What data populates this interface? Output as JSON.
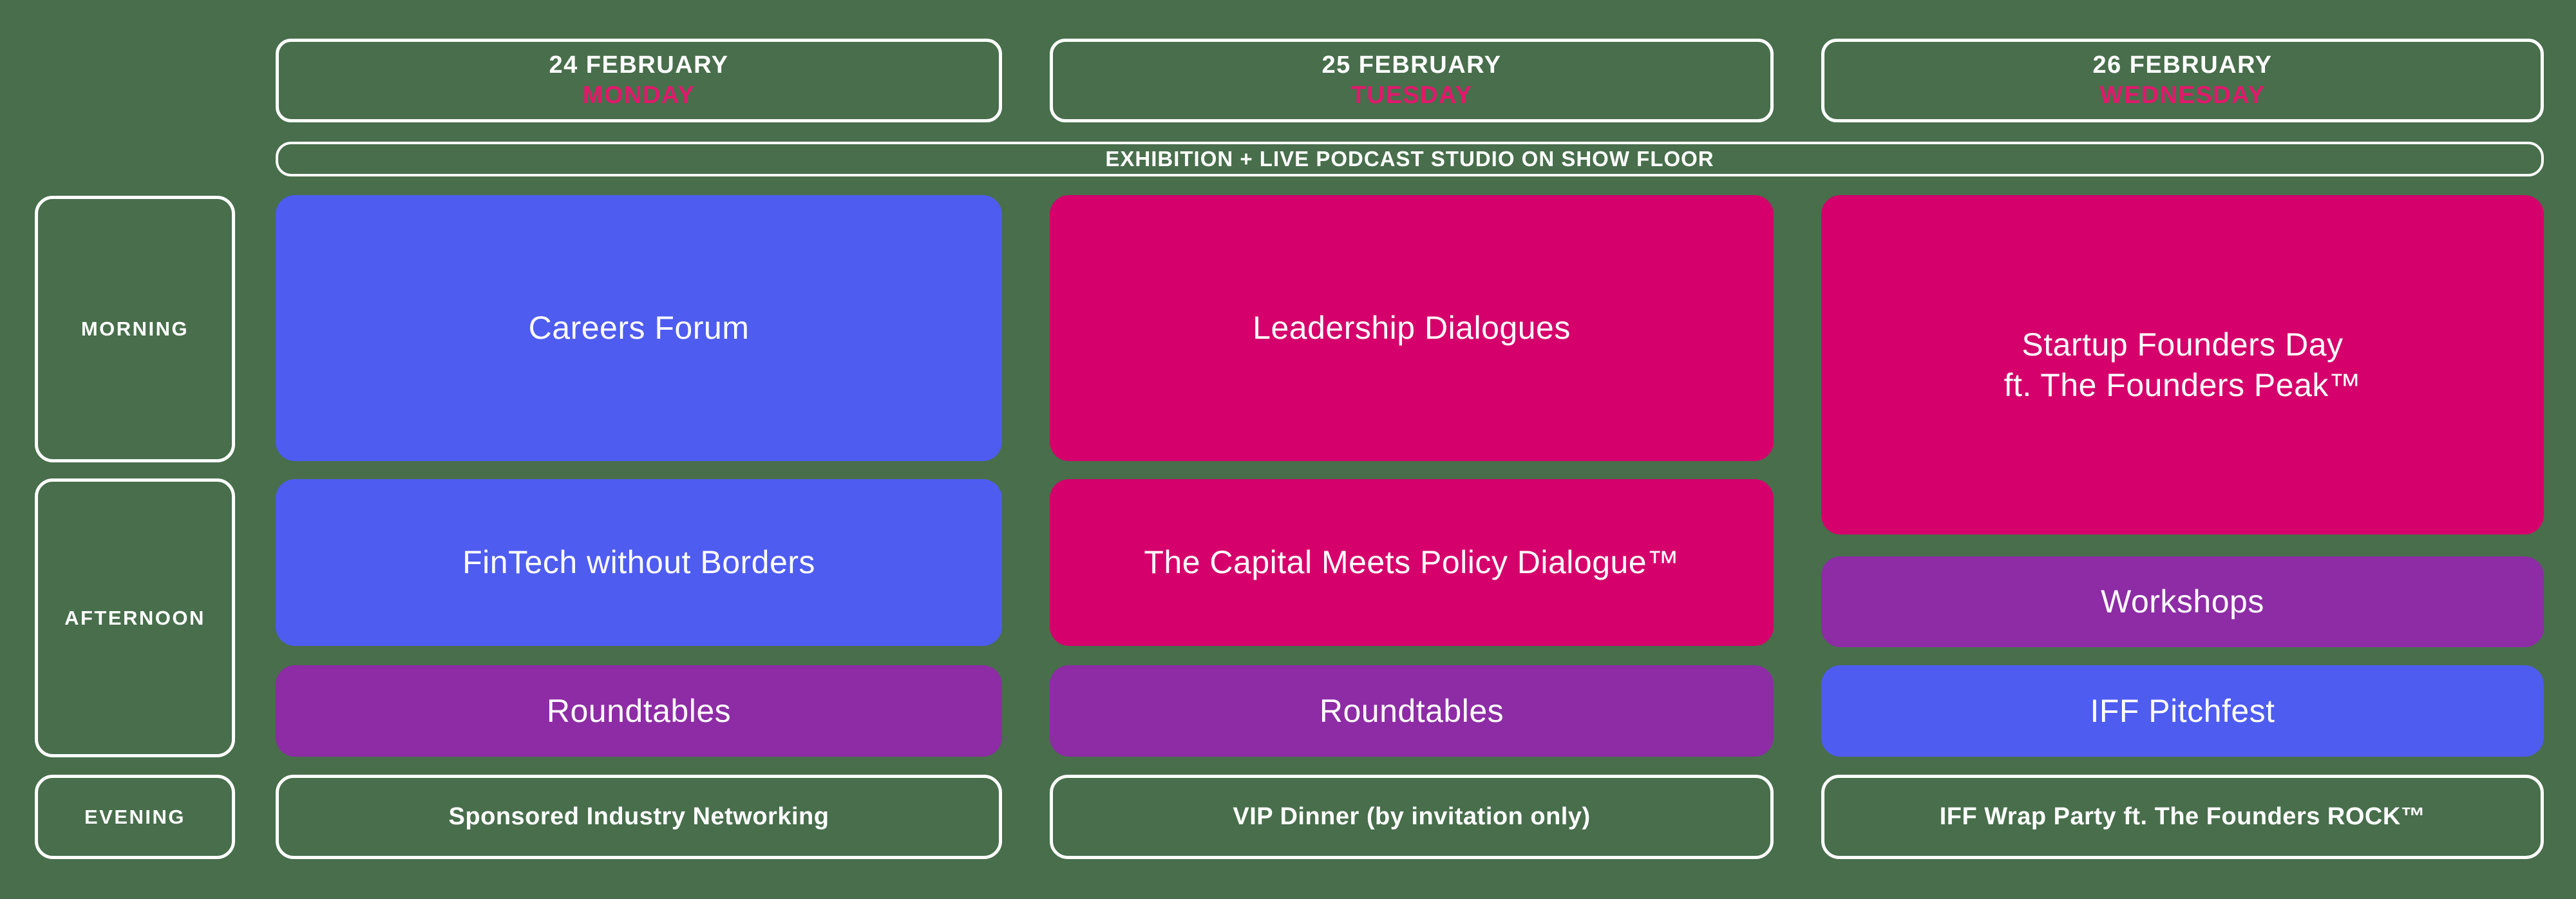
{
  "colors": {
    "background_green": "#486E4C",
    "event_blue": "#4E5CF0",
    "event_pink": "#D5006B",
    "event_purple": "#8D2CA5",
    "weekday_pink": "#E2186C",
    "text_white": "#FFFFFF"
  },
  "banner": {
    "label": "EXHIBITION + LIVE PODCAST STUDIO ON SHOW FLOOR"
  },
  "days": [
    {
      "date": "24 FEBRUARY",
      "weekday": "MONDAY"
    },
    {
      "date": "25 FEBRUARY",
      "weekday": "TUESDAY"
    },
    {
      "date": "26 FEBRUARY",
      "weekday": "WEDNESDAY"
    }
  ],
  "time_slots": [
    {
      "label": "MORNING"
    },
    {
      "label": "AFTERNOON"
    },
    {
      "label": "EVENING"
    }
  ],
  "schedule": {
    "monday": {
      "morning": "Careers Forum",
      "afternoon": "FinTech without Borders",
      "late_afternoon": "Roundtables",
      "evening": "Sponsored Industry Networking"
    },
    "tuesday": {
      "morning": "Leadership Dialogues",
      "afternoon": "The Capital Meets Policy Dialogue™",
      "late_afternoon": "Roundtables",
      "evening": "VIP Dinner (by invitation only)"
    },
    "wednesday": {
      "morning": "Startup Founders Day\nft. The Founders Peak™",
      "afternoon": "Workshops",
      "late_afternoon": "IFF Pitchfest",
      "evening": "IFF Wrap Party ft. The Founders ROCK™"
    }
  }
}
